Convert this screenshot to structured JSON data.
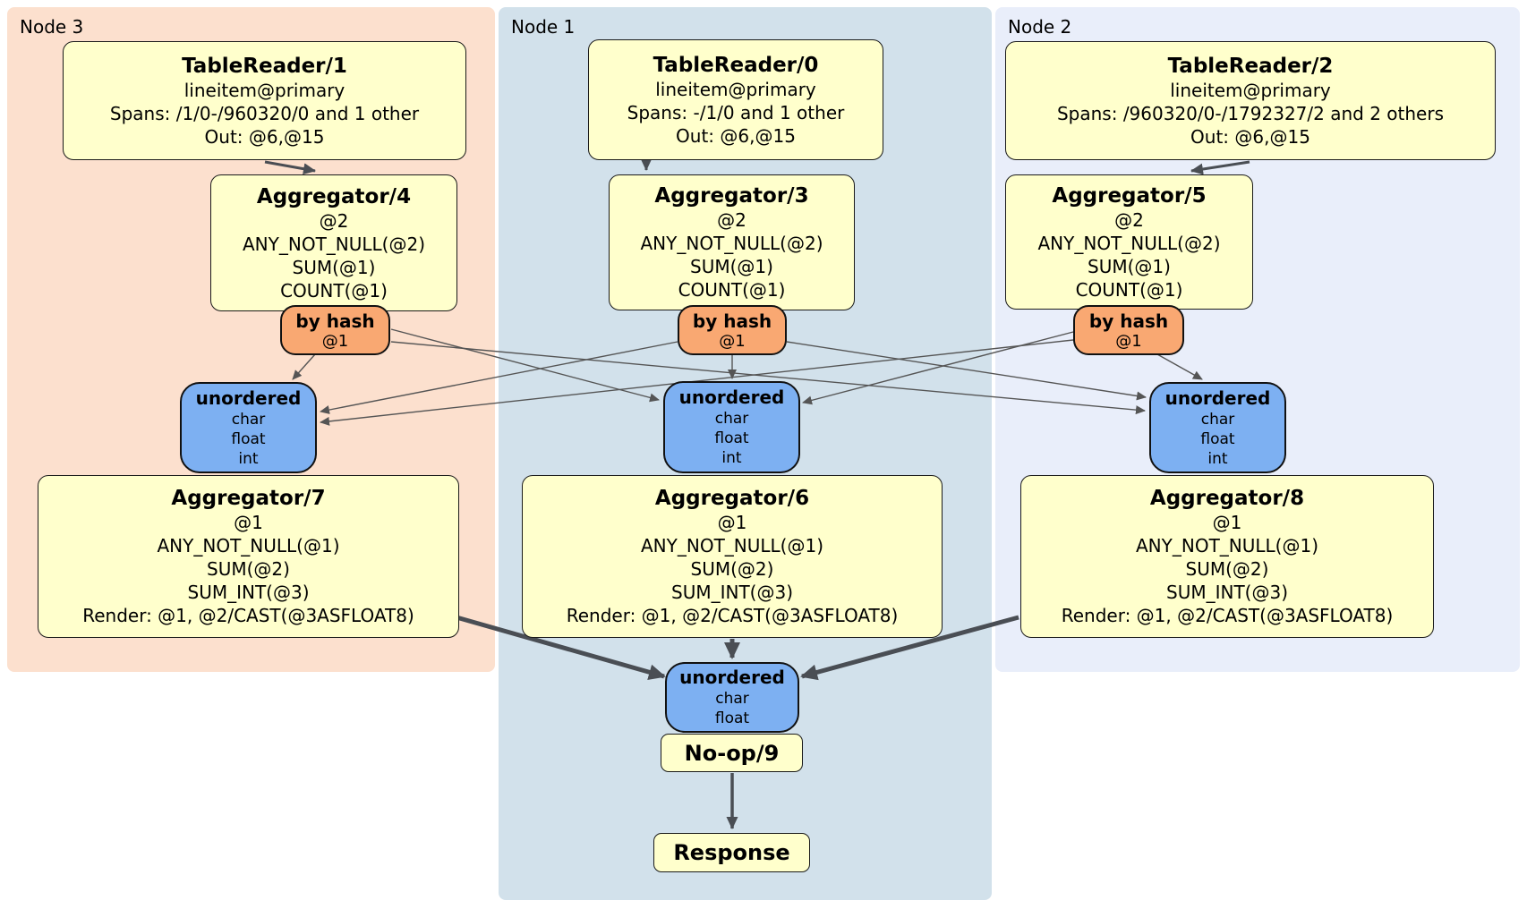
{
  "regions": [
    {
      "label": "Node 3",
      "bg": "#fce0ce"
    },
    {
      "label": "Node 1",
      "bg": "#d2e1eb"
    },
    {
      "label": "Node 2",
      "bg": "#e9eefa"
    }
  ],
  "processors": {
    "tr1": {
      "title": "TableReader/1",
      "lines": [
        "lineitem@primary",
        "Spans: /1/0-/960320/0 and 1 other",
        "Out: @6,@15"
      ]
    },
    "tr0": {
      "title": "TableReader/0",
      "lines": [
        "lineitem@primary",
        "Spans: -/1/0 and 1 other",
        "Out: @6,@15"
      ]
    },
    "tr2": {
      "title": "TableReader/2",
      "lines": [
        "lineitem@primary",
        "Spans: /960320/0-/1792327/2 and 2 others",
        "Out: @6,@15"
      ]
    },
    "agg4": {
      "title": "Aggregator/4",
      "lines": [
        "@2",
        "ANY_NOT_NULL(@2)",
        "SUM(@1)",
        "COUNT(@1)"
      ]
    },
    "agg3": {
      "title": "Aggregator/3",
      "lines": [
        "@2",
        "ANY_NOT_NULL(@2)",
        "SUM(@1)",
        "COUNT(@1)"
      ]
    },
    "agg5": {
      "title": "Aggregator/5",
      "lines": [
        "@2",
        "ANY_NOT_NULL(@2)",
        "SUM(@1)",
        "COUNT(@1)"
      ]
    },
    "agg7": {
      "title": "Aggregator/7",
      "lines": [
        "@1",
        "ANY_NOT_NULL(@1)",
        "SUM(@2)",
        "SUM_INT(@3)",
        "Render: @1, @2/CAST(@3ASFLOAT8)"
      ]
    },
    "agg6": {
      "title": "Aggregator/6",
      "lines": [
        "@1",
        "ANY_NOT_NULL(@1)",
        "SUM(@2)",
        "SUM_INT(@3)",
        "Render: @1, @2/CAST(@3ASFLOAT8)"
      ]
    },
    "agg8": {
      "title": "Aggregator/8",
      "lines": [
        "@1",
        "ANY_NOT_NULL(@1)",
        "SUM(@2)",
        "SUM_INT(@3)",
        "Render: @1, @2/CAST(@3ASFLOAT8)"
      ]
    },
    "noop": {
      "title": "No-op/9"
    },
    "response": {
      "title": "Response"
    }
  },
  "routers": {
    "by_hash": {
      "title": "by hash",
      "sub": "@1"
    }
  },
  "streams": {
    "unordered_in": {
      "title": "unordered",
      "lines": [
        "char",
        "float",
        "int"
      ]
    },
    "unordered_final": {
      "title": "unordered",
      "lines": [
        "char",
        "float"
      ]
    }
  },
  "colors": {
    "node3_bg": "#fce0ce",
    "node1_bg": "#d2e1eb",
    "node2_bg": "#e9eefa",
    "processor_fill": "#ffffcc",
    "router_fill": "#f9a872",
    "stream_fill": "#7db0f2",
    "edge_thin": "#555555",
    "edge_thick": "#4a4e54"
  }
}
